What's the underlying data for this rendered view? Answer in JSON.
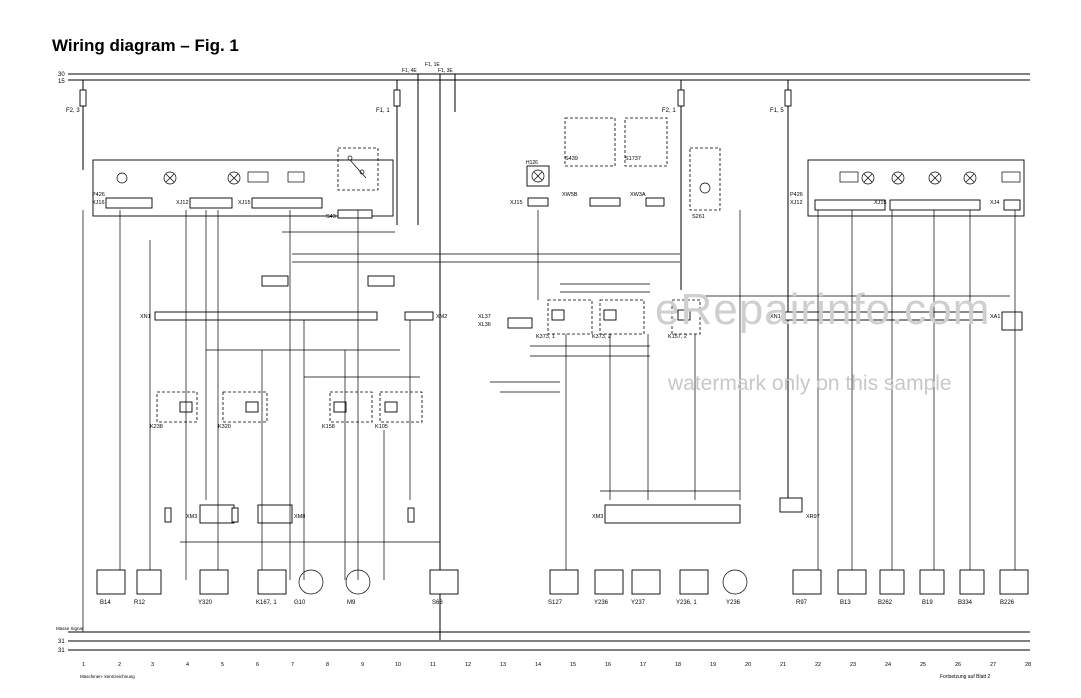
{
  "title": "Wiring diagram – Fig. 1",
  "watermark": {
    "url": "eRepairinfo.com",
    "note": "watermark only on this sample"
  },
  "rails": {
    "top": [
      "30",
      "15"
    ],
    "bottom": [
      "Masse Signal",
      "31",
      "31"
    ]
  },
  "fuses": [
    "F2, 3",
    "F1, 1",
    "F2, 1",
    "F1, 5"
  ],
  "fuse_taps": [
    "F1, 4E",
    "F1, 1E",
    "F1, 3E"
  ],
  "connectors_top": [
    "XJ16",
    "XJ12",
    "XJ15",
    "XJ15",
    "XW5B",
    "XW3A",
    "XJ12",
    "XJ15",
    "XJ4"
  ],
  "connectors_mid": [
    "XN1",
    "XM2",
    "XL37",
    "XL36",
    "XN1",
    "XA1"
  ],
  "connectors_low": [
    "XM3",
    "XM8",
    "XM3",
    "XR97"
  ],
  "relays": [
    "K238",
    "K320",
    "K158",
    "K105",
    "K373, 1",
    "K373, 2",
    "K157, 2"
  ],
  "instruments": [
    "P426",
    "P426",
    "S43",
    "S261",
    "H126",
    "S439",
    "S1737"
  ],
  "bottom_components": [
    "B14",
    "R12",
    "Y320",
    "K167, 1",
    "G10",
    "M9",
    "S68",
    "S127",
    "Y236",
    "Y237",
    "Y236, 1",
    "Y236",
    "R97",
    "B13",
    "B262",
    "B19",
    "B334",
    "B226"
  ],
  "column_numbers": [
    "1",
    "2",
    "3",
    "4",
    "5",
    "6",
    "7",
    "8",
    "9",
    "10",
    "11",
    "12",
    "13",
    "14",
    "15",
    "16",
    "17",
    "18",
    "19",
    "20",
    "21",
    "22",
    "23",
    "24",
    "25",
    "26",
    "27",
    "28"
  ],
  "footer": {
    "left": "Maschinen-\nkennzeichnung",
    "right": "Fortsetzung auf Blatt 2"
  }
}
